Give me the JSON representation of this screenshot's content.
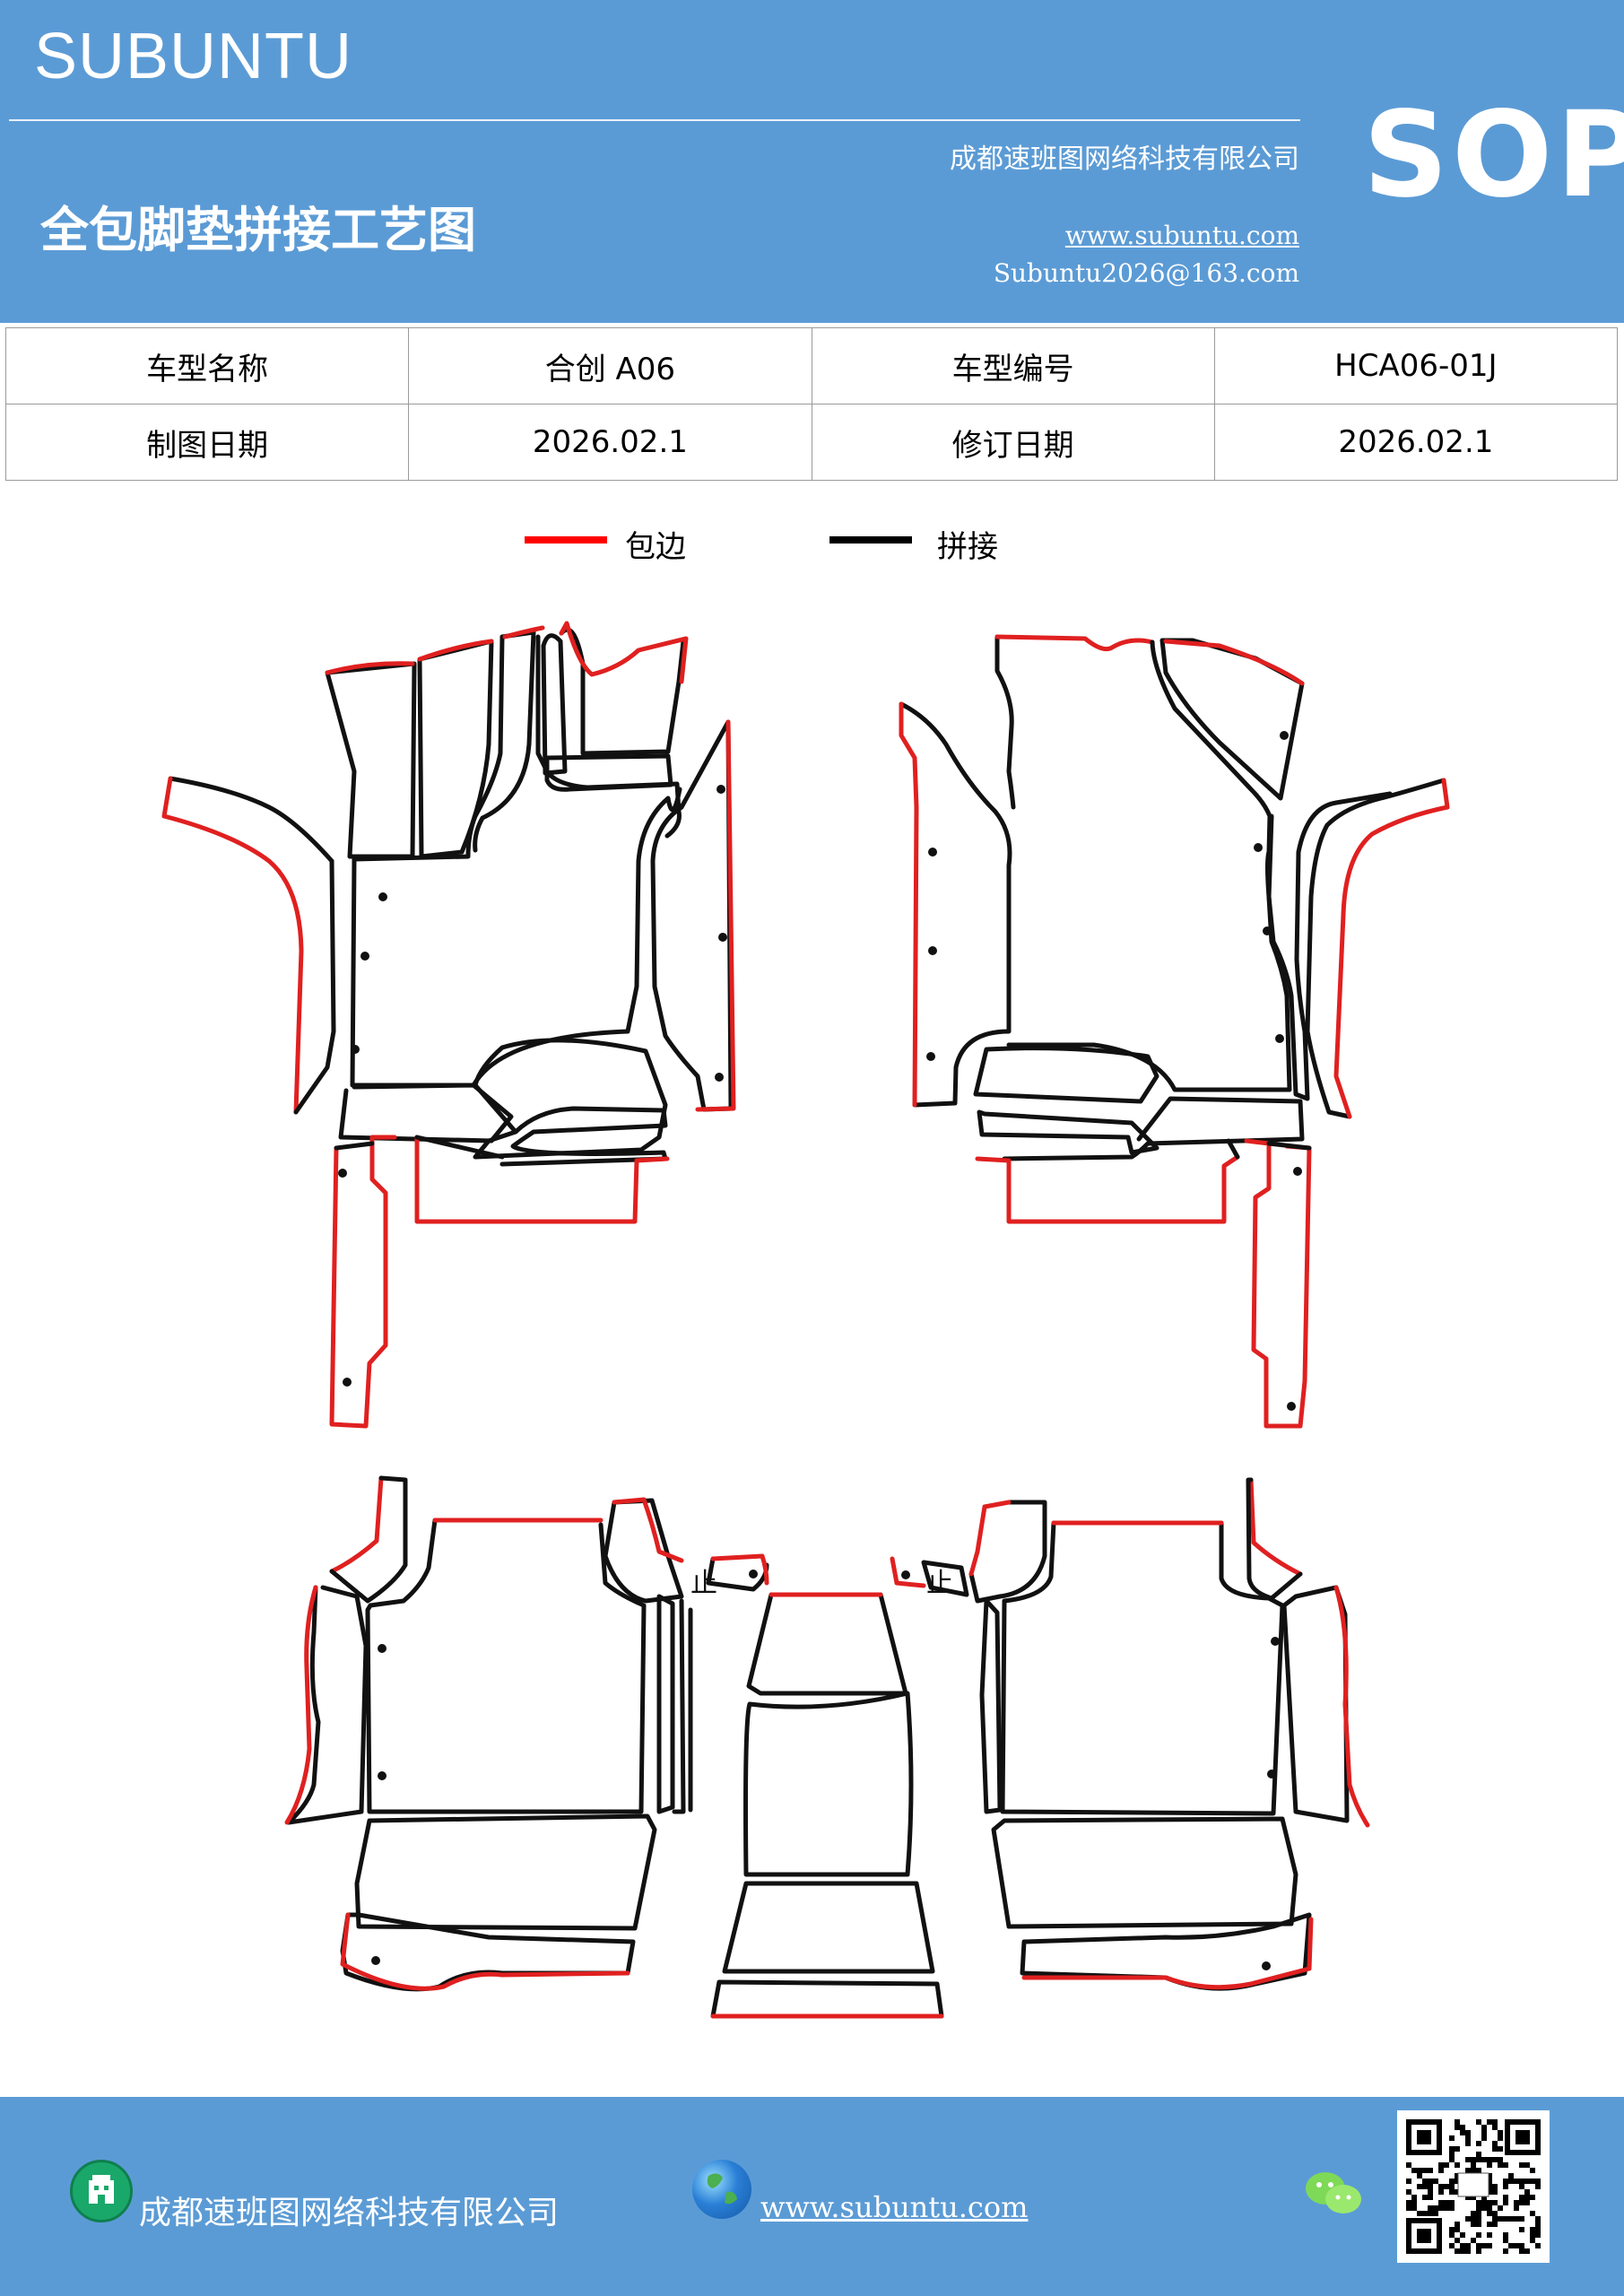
{
  "header": {
    "brand": "SUBUNTU",
    "company": "成都速班图网络科技有限公司",
    "title": "全包脚垫拼接工艺图",
    "website": "www.subuntu.com",
    "email": "Subuntu2026@163.com",
    "badge": "SOP",
    "background_color": "#5b9bd5"
  },
  "info_table": {
    "rows": [
      [
        "车型名称",
        "合创 A06",
        "车型编号",
        "HCA06-01J"
      ],
      [
        "制图日期",
        "2026.02.1",
        "修订日期",
        "2026.02.1"
      ]
    ]
  },
  "legend": {
    "items": [
      {
        "label": "包边",
        "color": "#ff0000"
      },
      {
        "label": "拼接",
        "color": "#000000"
      }
    ]
  },
  "diagram": {
    "marks": [
      "止",
      "止"
    ],
    "edge_color": "#e02020",
    "seam_color": "#111111"
  },
  "footer": {
    "company": "成都速班图网络科技有限公司",
    "website": "www.subuntu.com",
    "icons": [
      "building-icon",
      "globe-icon",
      "wechat-icon",
      "qr-code"
    ]
  }
}
